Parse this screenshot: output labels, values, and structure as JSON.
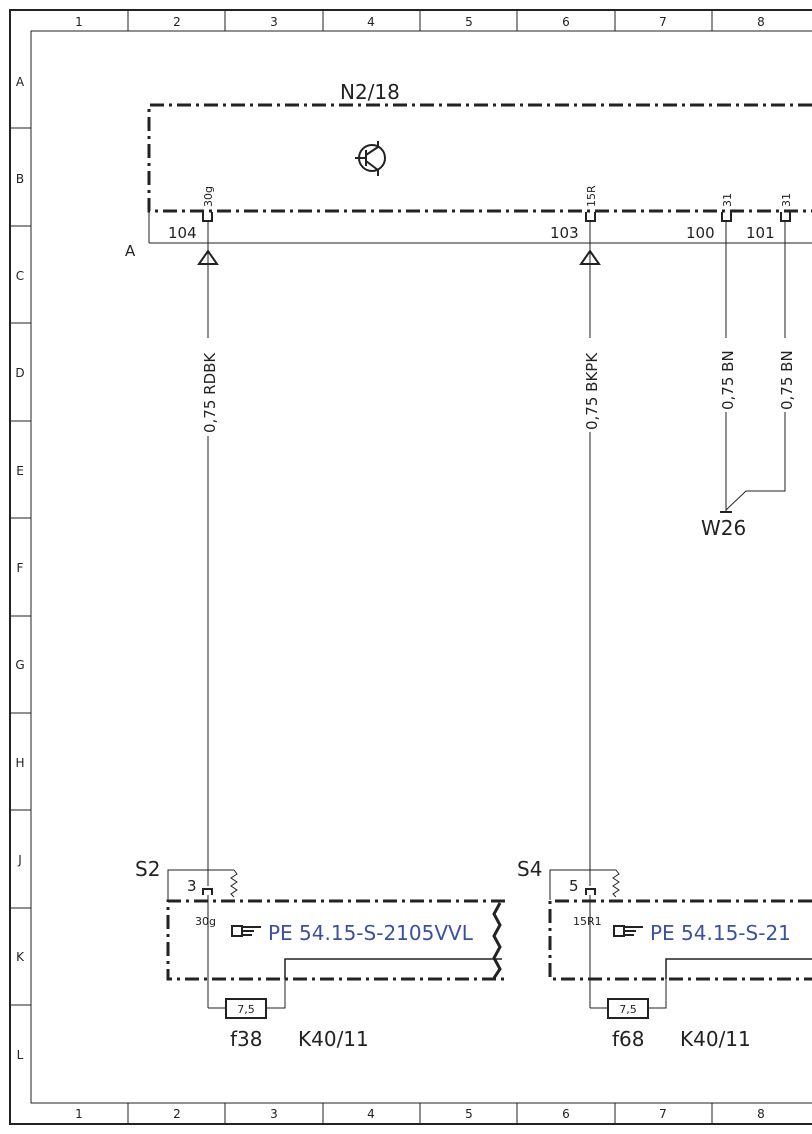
{
  "grid": {
    "cols": [
      "1",
      "2",
      "3",
      "4",
      "5",
      "6",
      "7",
      "8"
    ],
    "rows": [
      "A",
      "B",
      "C",
      "D",
      "E",
      "F",
      "G",
      "H",
      "J",
      "K",
      "L"
    ]
  },
  "module": {
    "id": "N2/18",
    "connector": "A",
    "pins": [
      {
        "signal": "30g",
        "number": "104"
      },
      {
        "signal": "15R",
        "number": "103"
      },
      {
        "signal": "31",
        "number": "100"
      },
      {
        "signal": "31",
        "number": "101"
      }
    ]
  },
  "wires": [
    {
      "label": "0,75 RDBK"
    },
    {
      "label": "0,75 BKPK"
    },
    {
      "label": "0,75 BN"
    },
    {
      "label": "0,75 BN"
    }
  ],
  "ground": {
    "label": "W26"
  },
  "fuse_boxes": [
    {
      "circuit": "S2",
      "pin": "3",
      "terminal": "30g",
      "ref": "PE 54.15-S-2105VVL",
      "fuse_rating": "7,5",
      "fuse": "f38",
      "box": "K40/11"
    },
    {
      "circuit": "S4",
      "pin": "5",
      "terminal": "15R1",
      "ref": "PE 54.15-S-21",
      "fuse_rating": "7,5",
      "fuse": "f68",
      "box": "K40/11"
    }
  ],
  "icons": {
    "ref": "pointing-hand-icon",
    "module": "transistor-icon"
  },
  "colors": {
    "ink": "#222222",
    "link": "#3c50a0"
  }
}
